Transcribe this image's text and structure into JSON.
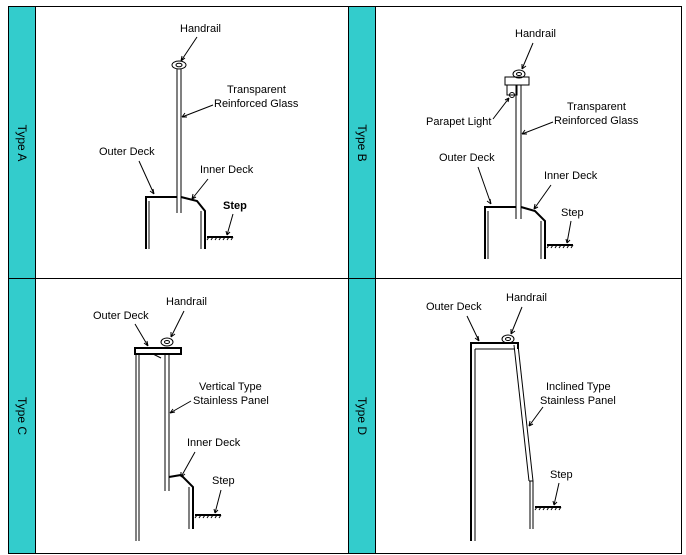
{
  "colors": {
    "strip": "#33cccc",
    "lines": "#000000",
    "background": "#ffffff"
  },
  "panels": [
    {
      "type_label": "Type A",
      "handrail": "Handrail",
      "glass_line1": "Transparent",
      "glass_line2": "Reinforced Glass",
      "outer_deck": "Outer Deck",
      "inner_deck": "Inner Deck",
      "step": "Step"
    },
    {
      "type_label": "Type B",
      "handrail": "Handrail",
      "parapet_light": "Parapet Light",
      "glass_line1": "Transparent",
      "glass_line2": "Reinforced Glass",
      "outer_deck": "Outer Deck",
      "inner_deck": "Inner Deck",
      "step": "Step"
    },
    {
      "type_label": "Type C",
      "outer_deck": "Outer Deck",
      "handrail": "Handrail",
      "panel_line1": "Vertical Type",
      "panel_line2": "Stainless Panel",
      "inner_deck": "Inner Deck",
      "step": "Step"
    },
    {
      "type_label": "Type D",
      "outer_deck": "Outer Deck",
      "handrail": "Handrail",
      "panel_line1": "Inclined Type",
      "panel_line2": "Stainless Panel",
      "step": "Step"
    }
  ]
}
